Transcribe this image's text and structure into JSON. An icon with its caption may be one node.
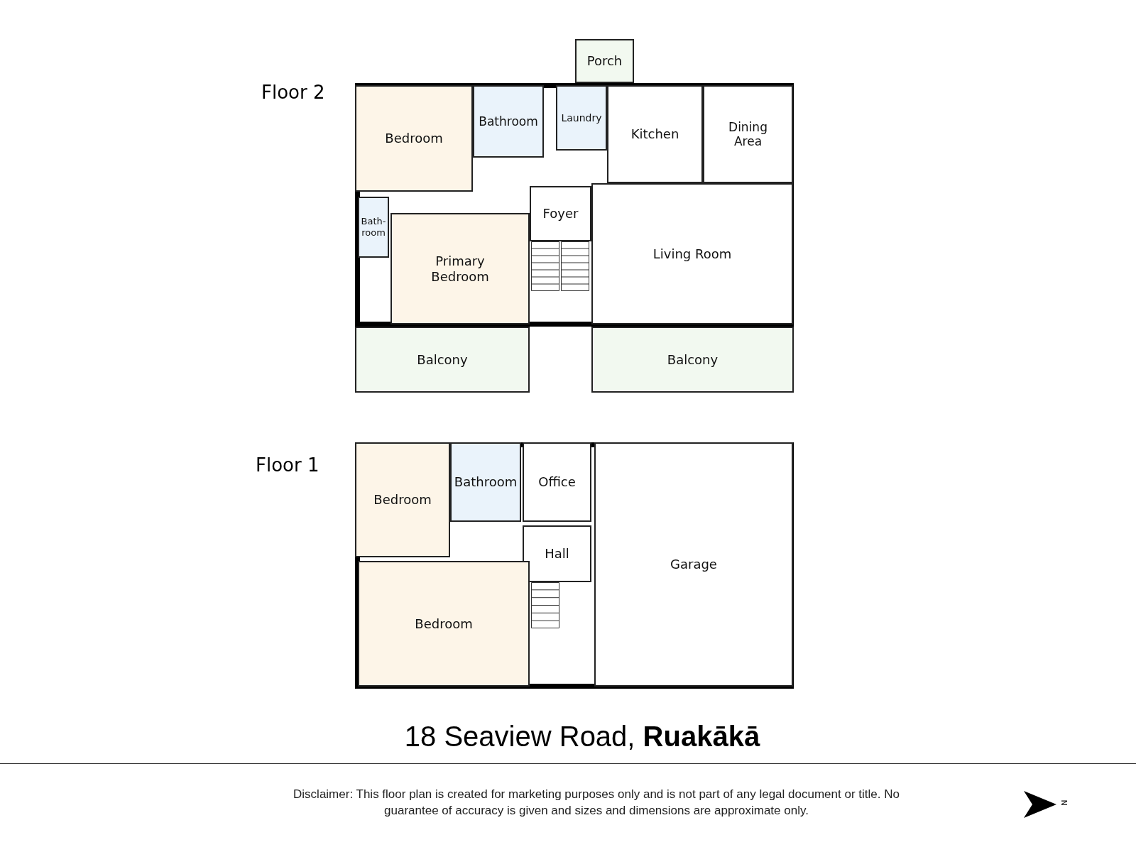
{
  "diagram": {
    "title": "18 Seaview Road, **Ruakākā**",
    "caption": "Disclaimer: This floor plan is created for marketing purposes only and is not part of any legal document or title. No guarantee of accuracy is given and sizes and dimensions are approximate only.",
    "nodes": [
      {
        "text": [
          "Porch"
        ]
      },
      {
        "text": [
          "Bedroom"
        ]
      },
      {
        "text": [
          "Bathroom"
        ]
      },
      {
        "text": [
          "Laundry"
        ]
      },
      {
        "text": [
          "Kitchen"
        ]
      },
      {
        "text": [
          "Dining Area"
        ]
      },
      {
        "text": [
          "Foyer"
        ]
      },
      {
        "text": [
          "Bath-room"
        ]
      },
      {
        "text": [
          "Primary Bedroom"
        ]
      },
      {
        "text": [
          "Living Room"
        ]
      },
      {
        "text": [
          "Balcony"
        ]
      },
      {
        "text": [
          "Balcony"
        ]
      },
      {
        "text": [
          "Bedroom"
        ]
      },
      {
        "text": [
          "Bathroom"
        ]
      },
      {
        "text": [
          "Office"
        ]
      },
      {
        "text": [
          "Hall"
        ]
      },
      {
        "text": [
          "Garage"
        ]
      },
      {
        "text": [
          "Bedroom"
        ]
      }
    ],
    "labels": [
      "Floor 2",
      "Floor 1",
      "N"
    ]
  }
}
